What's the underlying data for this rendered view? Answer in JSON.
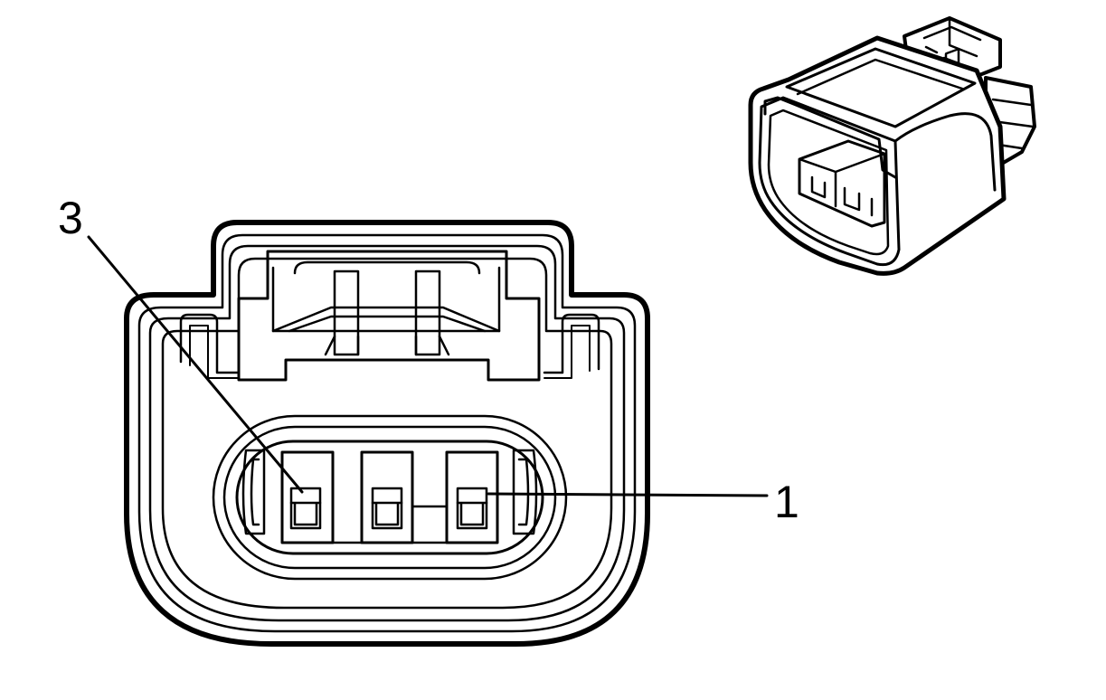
{
  "callouts": [
    {
      "id": "pin-3",
      "label": "3"
    },
    {
      "id": "pin-1",
      "label": "1"
    }
  ],
  "colors": {
    "line": "#000000",
    "background": "#ffffff"
  }
}
